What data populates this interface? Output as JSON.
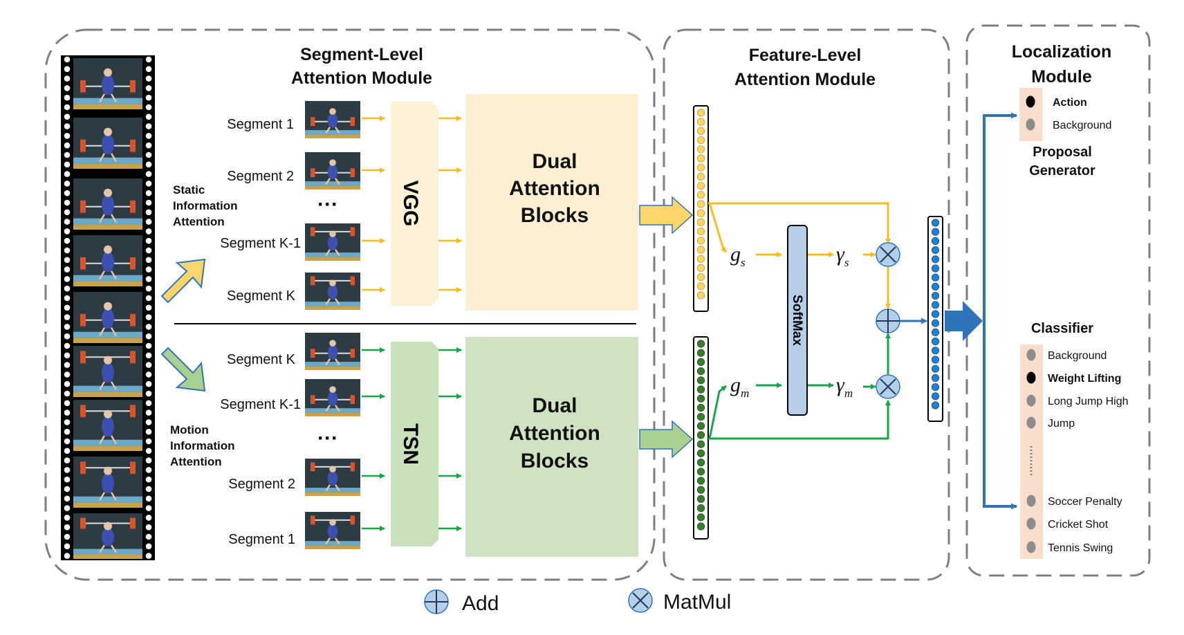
{
  "segment_module": {
    "title_line1": "Segment-Level",
    "title_line2": "Attention Module",
    "static_label": [
      "Static",
      "Information",
      "Attention"
    ],
    "motion_label": [
      "Motion",
      "Information",
      "Attention"
    ],
    "top_segments": [
      "Segment 1",
      "Segment 2",
      "Segment K-1",
      "Segment K"
    ],
    "bottom_segments": [
      "Segment K",
      "Segment K-1",
      "Segment 2",
      "Segment 1"
    ],
    "ellipsis": "···",
    "vgg_label": "VGG",
    "tsn_label": "TSN",
    "dual_block": [
      "Dual",
      "Attention",
      "Blocks"
    ]
  },
  "feature_module": {
    "title_line1": "Feature-Level",
    "title_line2": "Attention Module",
    "g_s": "g",
    "g_s_sub": "s",
    "g_m": "g",
    "g_m_sub": "m",
    "gamma_s": "γ",
    "gamma_s_sub": "s",
    "gamma_m": "γ",
    "gamma_m_sub": "m",
    "softmax_label": "SoftMax"
  },
  "localization_module": {
    "title_line1": "Localization",
    "title_line2": "Module",
    "proposal_items": [
      {
        "label": "Action",
        "bold": true
      },
      {
        "label": "Background",
        "bold": false
      }
    ],
    "proposal_title": [
      "Proposal",
      "Generator"
    ],
    "classifier_title": "Classifier",
    "classifier_items": [
      {
        "label": "Background",
        "bold": false
      },
      {
        "label": "Weight Lifting",
        "bold": true
      },
      {
        "label": "Long Jump High",
        "bold": false
      },
      {
        "label": "Jump",
        "bold": false
      },
      {
        "label": "Soccer Penalty",
        "bold": false
      },
      {
        "label": "Cricket Shot",
        "bold": false
      },
      {
        "label": "Tennis Swing",
        "bold": false
      }
    ]
  },
  "legend": {
    "add_label": "Add",
    "matmul_label": "MatMul"
  },
  "colors": {
    "yellow": "#f5bd1f",
    "yellow_block": "#fdefd2",
    "yellow_net": "#fdf1d8",
    "green": "#18a54a",
    "green_block": "#cfe3c3",
    "green_net": "#c9e0bc",
    "blue": "#2f73b8",
    "op_fill": "#b5cfe9",
    "peach": "#f9ddcd",
    "dash": "#7f7f7f"
  }
}
